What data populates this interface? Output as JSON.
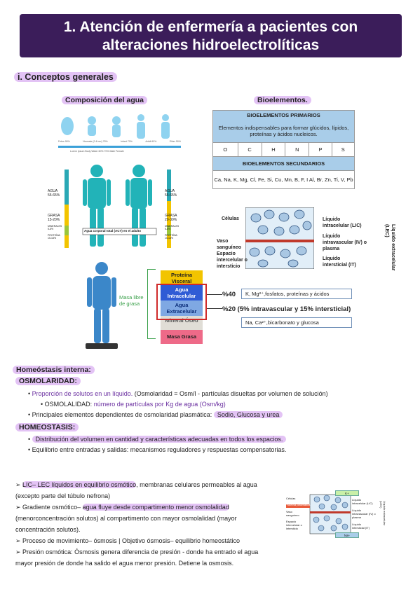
{
  "title": {
    "line1": "1. Atención de enfermería a pacientes con",
    "line2": "alteraciones hidroelectrolíticas"
  },
  "section1": "i. Conceptos generales",
  "agua": {
    "heading": "Composición del agua",
    "stages": [
      "Fetus 90%",
      "Neonate (0-6 mo) 75%",
      "Infant 70%",
      "Adult 60%",
      "Elder 50%"
    ],
    "caption": "Lorem Ipsum Body Water 60% 70% Male Female",
    "left": {
      "agua": "AGUA\n55-65%",
      "grasa": "GRASA\n15-20%",
      "min": "MINERALES\n5-6%",
      "prot": "PROTEÍNA\n15-18%"
    },
    "right": {
      "agua": "AGUA\n55-65%",
      "grasa": "GRASA\n20-30%",
      "min": "MINERALES\n5-6%",
      "prot": "PROTEÍNA\n15-18%"
    },
    "act": "Agua corporal total (ACT) en el adulto"
  },
  "bio": {
    "heading": "Bioelementos.",
    "primary_title": "BIOELEMENTOS PRIMARIOS",
    "primary_desc": "Elementos indispensables para formar glúcidos, lípidos, proteínas y ácidos nucleicos.",
    "elements": [
      "O",
      "C",
      "H",
      "N",
      "P",
      "S"
    ],
    "secondary_title": "BIOELEMENTOS SECUNDARIOS",
    "secondary": "Ca, Na, K, Mg, Cl, Fe, Si, Cu, Mn, B, F, I Al, Br, Zn, Ti, V, Pb"
  },
  "compart": {
    "celulas": "Células",
    "vaso": "Vaso sanguíneo",
    "espacio": "Espacio intercelular o intersticio",
    "lic": "Líquido intracelular (LIC)",
    "iv": "Líquido intravascular (IV) o plasma",
    "it": "Líquido intersticial (IT)",
    "lec": "Líquido extracelular (LEC)"
  },
  "masa": {
    "libre": "Masa libre de grasa",
    "layers": [
      "Proteína Visceral",
      "Agua Intracelular",
      "Agua Extracelular",
      "Mineral Óseo",
      "Masa Grasa"
    ],
    "pct40": "%40",
    "ions1": "K, Mg²⁺,fosfatos, proteínas y ácidos",
    "pct20": "%20 (5% intravascular y 15% intersticial)",
    "ions2": "Na, Ca²⁺,bicarbonato y glucosa"
  },
  "homeo": {
    "title": "Homeóstasis interna:",
    "osm": "OSMOLARIDAD:",
    "b1": "Proporción de solutos en un líquido.",
    "b1b": " (Osmolaridad = Osm/l - partículas disueltas por volumen de solución)",
    "b2a": "OSMOLALIDAD: ",
    "b2b": "número de partículas por Kg de agua (Osm/kg)",
    "b3a": "Principales elementos dependientes de osmolaridad plasmática: ",
    "b3b": "Sodio, Glucosa y urea",
    "homeostasis": "HOMEOSTASIS:",
    "b4": "Distribución del volumen en cantidad y características adecuadas en todos los espacios.",
    "b5": "Equilibrio entre entradas y salidas: mecanismos reguladores y respuestas compensatorias."
  },
  "notes": {
    "n1a": "LIC– LEC líquidos en equilibrio osmótico",
    "n1b": ", membranas celulares permeables al agua (excepto parte del túbulo nefrona)",
    "n2a": "Gradiente osmótico– ",
    "n2b": "agua fluye desde compartimento menor osmolalidad",
    "n2c": " (menorconcentración solutos) al compartimento con mayor osmolalidad (mayor concentración solutos).",
    "n3": "Proceso de movimiento– ósmosis | Objetivo ósmosis– equilibrio homeostático",
    "n4": "Presión osmótica: Ósmosis genera diferencia de presión - donde ha entrado el agua mayor presión de donde ha salido el agua menor presión. Detiene la osmosis."
  },
  "mini": {
    "k": "K+",
    "na": "Na+",
    "plasma": "Proteína plasmática"
  }
}
